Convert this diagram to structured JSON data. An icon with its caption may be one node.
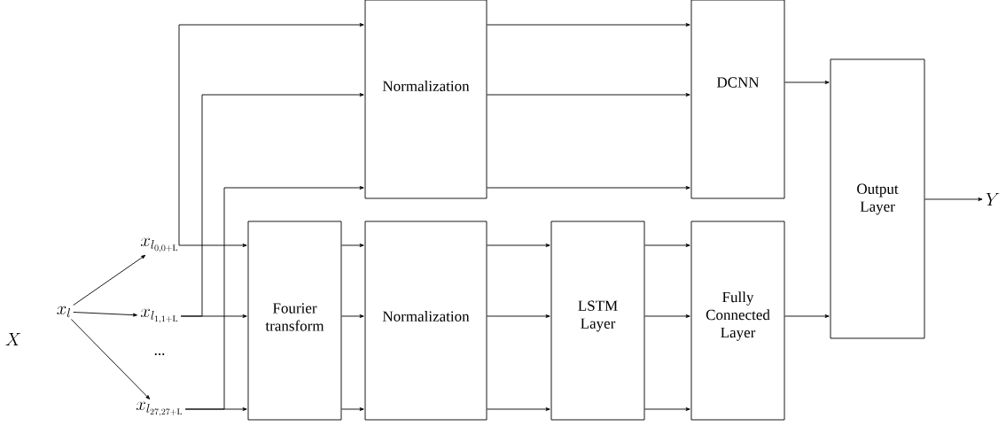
{
  "diagram": {
    "nodes": [
      {
        "text": [
          "x_l"
        ]
      },
      {
        "text": [
          "x_{l_{0,0+\\mathrm{L}}}"
        ]
      },
      {
        "text": [
          "x_{l_{1,1+\\mathrm{L}}}"
        ]
      },
      {
        "text": [
          "x_{l_{27,27+\\mathrm{L}}}"
        ]
      },
      {
        "text": [
          "Normalization"
        ]
      },
      {
        "text": [
          "DCNN"
        ]
      },
      {
        "text": [
          "Fourier transform"
        ]
      },
      {
        "text": [
          "Normalization"
        ]
      },
      {
        "text": [
          "LSTM Layer"
        ]
      },
      {
        "text": [
          "Fully Connected Layer"
        ]
      },
      {
        "text": [
          "Output Layer"
        ]
      },
      {
        "text": [
          "Y"
        ]
      }
    ],
    "edges": [
      {
        "from": 0,
        "to": 1,
        "arrow": "to"
      },
      {
        "from": 0,
        "to": 2,
        "arrow": "to"
      },
      {
        "from": 0,
        "to": 3,
        "arrow": "to"
      },
      {
        "from": 1,
        "to": 6,
        "arrow": "to"
      },
      {
        "from": 2,
        "to": 6,
        "arrow": "to"
      },
      {
        "from": 3,
        "to": 6,
        "arrow": "to"
      },
      {
        "from": 1,
        "to": 4,
        "arrow": "to"
      },
      {
        "from": 2,
        "to": 4,
        "arrow": "to"
      },
      {
        "from": 3,
        "to": 4,
        "arrow": "to"
      },
      {
        "from": 4,
        "to": 5,
        "arrow": "to"
      },
      {
        "from": 4,
        "to": 5,
        "arrow": "to"
      },
      {
        "from": 4,
        "to": 5,
        "arrow": "to"
      },
      {
        "from": 6,
        "to": 7,
        "arrow": "to"
      },
      {
        "from": 6,
        "to": 7,
        "arrow": "to"
      },
      {
        "from": 6,
        "to": 7,
        "arrow": "to"
      },
      {
        "from": 7,
        "to": 8,
        "arrow": "to"
      },
      {
        "from": 7,
        "to": 8,
        "arrow": "to"
      },
      {
        "from": 7,
        "to": 8,
        "arrow": "to"
      },
      {
        "from": 8,
        "to": 9,
        "arrow": "to"
      },
      {
        "from": 8,
        "to": 9,
        "arrow": "to"
      },
      {
        "from": 8,
        "to": 9,
        "arrow": "to"
      },
      {
        "from": 5,
        "to": 10,
        "arrow": "to"
      },
      {
        "from": 9,
        "to": 10,
        "arrow": "to"
      },
      {
        "from": 10,
        "to": 11,
        "arrow": "to"
      }
    ],
    "labels": [
      "X",
      "..."
    ]
  }
}
